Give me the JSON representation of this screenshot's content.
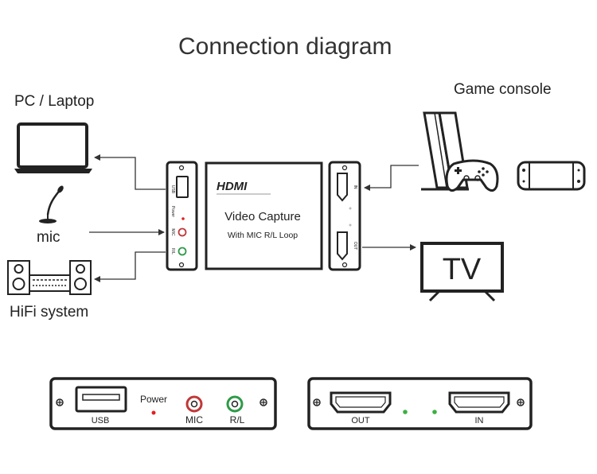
{
  "title": "Connection diagram",
  "devices": {
    "pc": "PC / Laptop",
    "mic": "mic",
    "hifi": "HiFi system",
    "console": "Game console",
    "tv": "TV"
  },
  "box": {
    "logo": "HDMI",
    "name": "Video Capture",
    "subtitle": "With MIC R/L Loop"
  },
  "left_panel": {
    "usb": "USB",
    "power": "Power",
    "mic": "MIC",
    "rl": "R/L"
  },
  "right_panel": {
    "in": "IN",
    "out": "OUT"
  },
  "colors": {
    "power_led": "#e02020",
    "status_led": "#3cb043",
    "mic_jack": "#c03838",
    "rl_jack": "#2e9a48",
    "outline": "#222222"
  }
}
